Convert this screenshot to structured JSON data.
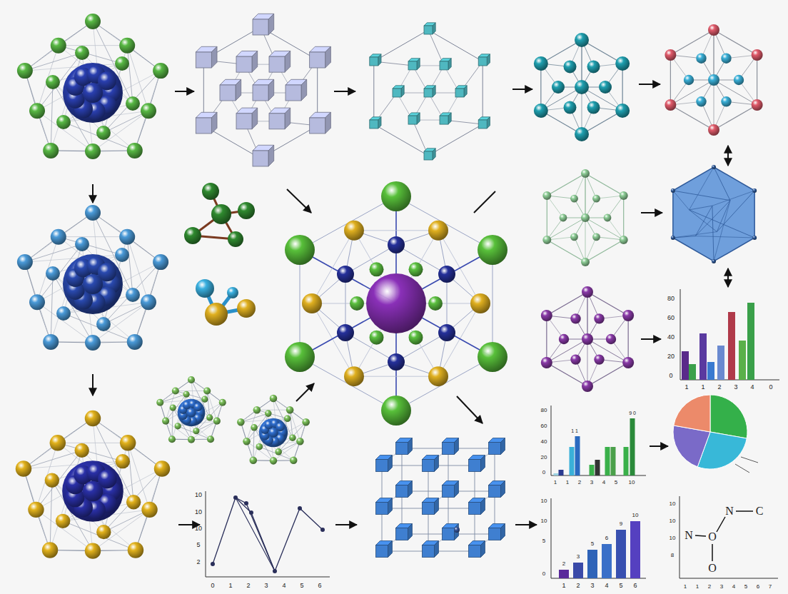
{
  "diagram": {
    "labels": [
      "80",
      "60",
      "40",
      "20",
      "0",
      "1",
      "1",
      "2",
      "3",
      "4",
      "0",
      "80",
      "60",
      "40",
      "20",
      "0",
      "1",
      "1",
      "2",
      "3",
      "4",
      "5",
      "10",
      "1 1",
      "9 0",
      "10",
      "10",
      "10",
      "5",
      "2",
      "0",
      "1",
      "2",
      "3",
      "4",
      "5",
      "6",
      "10",
      "10",
      "5",
      "0",
      "1",
      "2",
      "3",
      "4",
      "5",
      "6",
      "2",
      "3",
      "5",
      "6",
      "9",
      "10",
      "N",
      "O",
      "N",
      "C",
      "O",
      "10",
      "10",
      "10",
      "8",
      "1",
      "1",
      "2",
      "3",
      "4",
      "5",
      "6",
      "7"
    ]
  }
}
